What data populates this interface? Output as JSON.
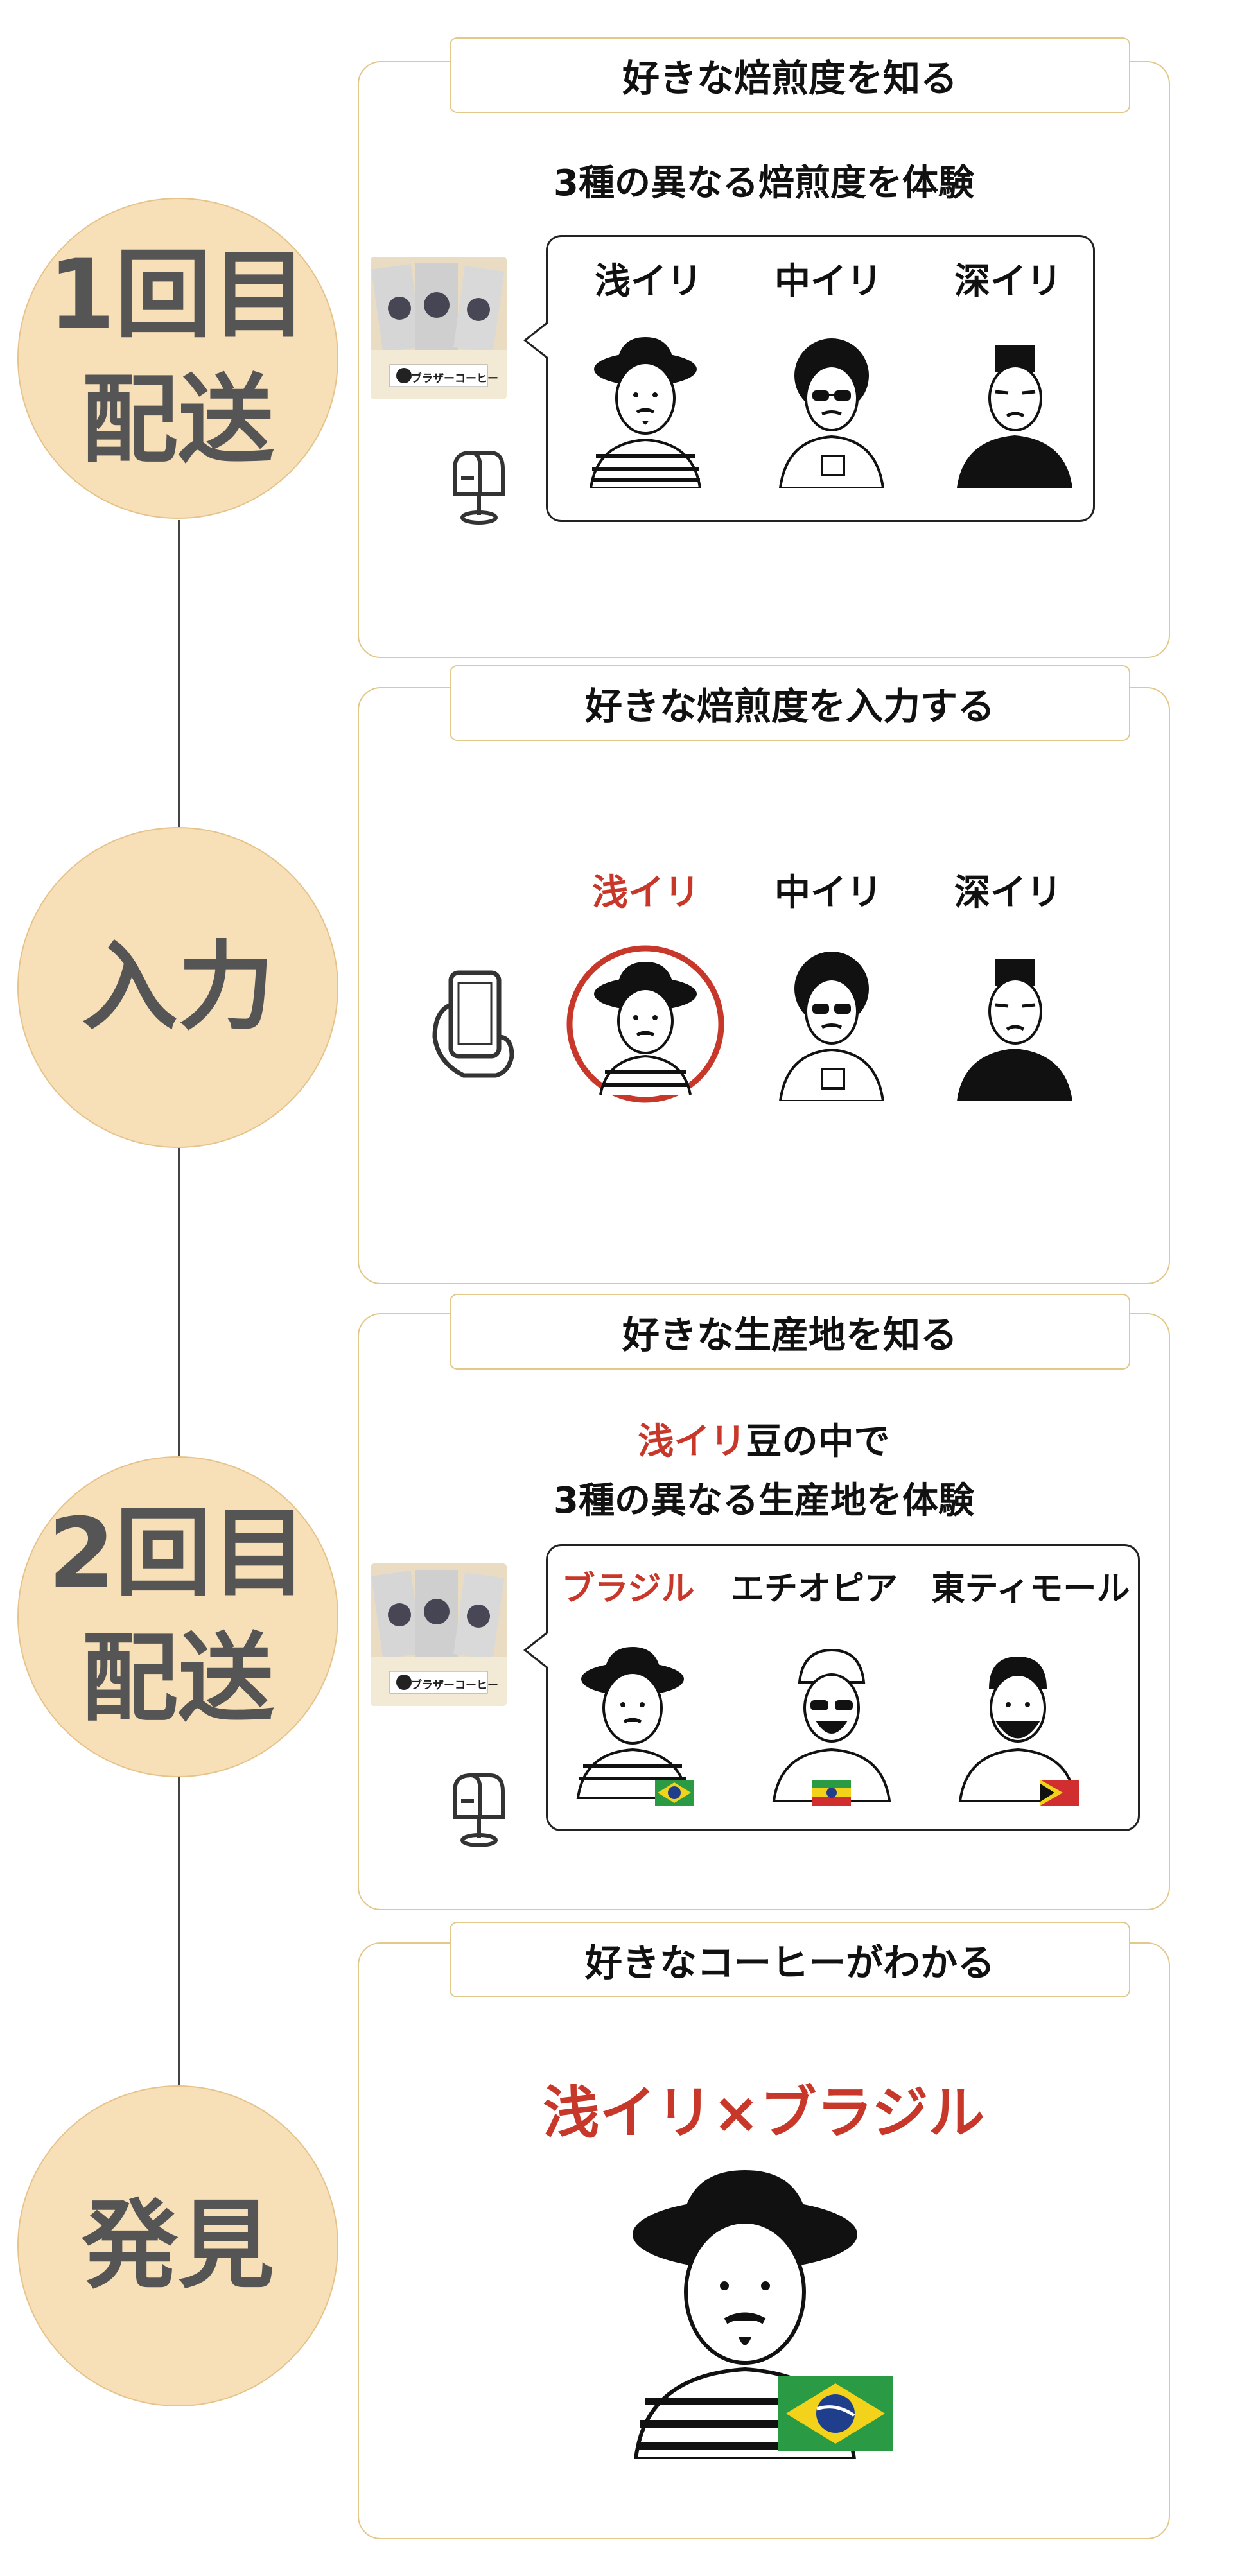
{
  "colors": {
    "accent_red": "#c8382a",
    "circle_fill": "#f7dfb8",
    "panel_border": "#e2c88b",
    "step_text": "#555555"
  },
  "steps": [
    {
      "circle_label": "1回目\n配送"
    },
    {
      "circle_label": "入力"
    },
    {
      "circle_label": "2回目\n配送"
    },
    {
      "circle_label": "発見"
    }
  ],
  "section1": {
    "tab_title": "好きな焙煎度を知る",
    "subtitle": "3種の異なる焙煎度を体験",
    "options": [
      "浅イリ",
      "中イリ",
      "深イリ"
    ],
    "package_label": "ブラザーコーヒー",
    "mailbox_icon": "mailbox-icon"
  },
  "section2": {
    "tab_title": "好きな焙煎度を入力する",
    "options": [
      "浅イリ",
      "中イリ",
      "深イリ"
    ],
    "selected": "浅イリ",
    "phone_icon": "smartphone-hand-icon"
  },
  "section3": {
    "tab_title": "好きな生産地を知る",
    "subtitle_highlight": "浅イリ",
    "subtitle_rest1": "豆の中で",
    "subtitle_line2": "3種の異なる生産地を体験",
    "origins": [
      "ブラジル",
      "エチオピア",
      "東ティモール"
    ],
    "package_label": "ブラザーコーヒー"
  },
  "section4": {
    "tab_title": "好きなコーヒーがわかる",
    "result": "浅イリ×ブラジル"
  }
}
